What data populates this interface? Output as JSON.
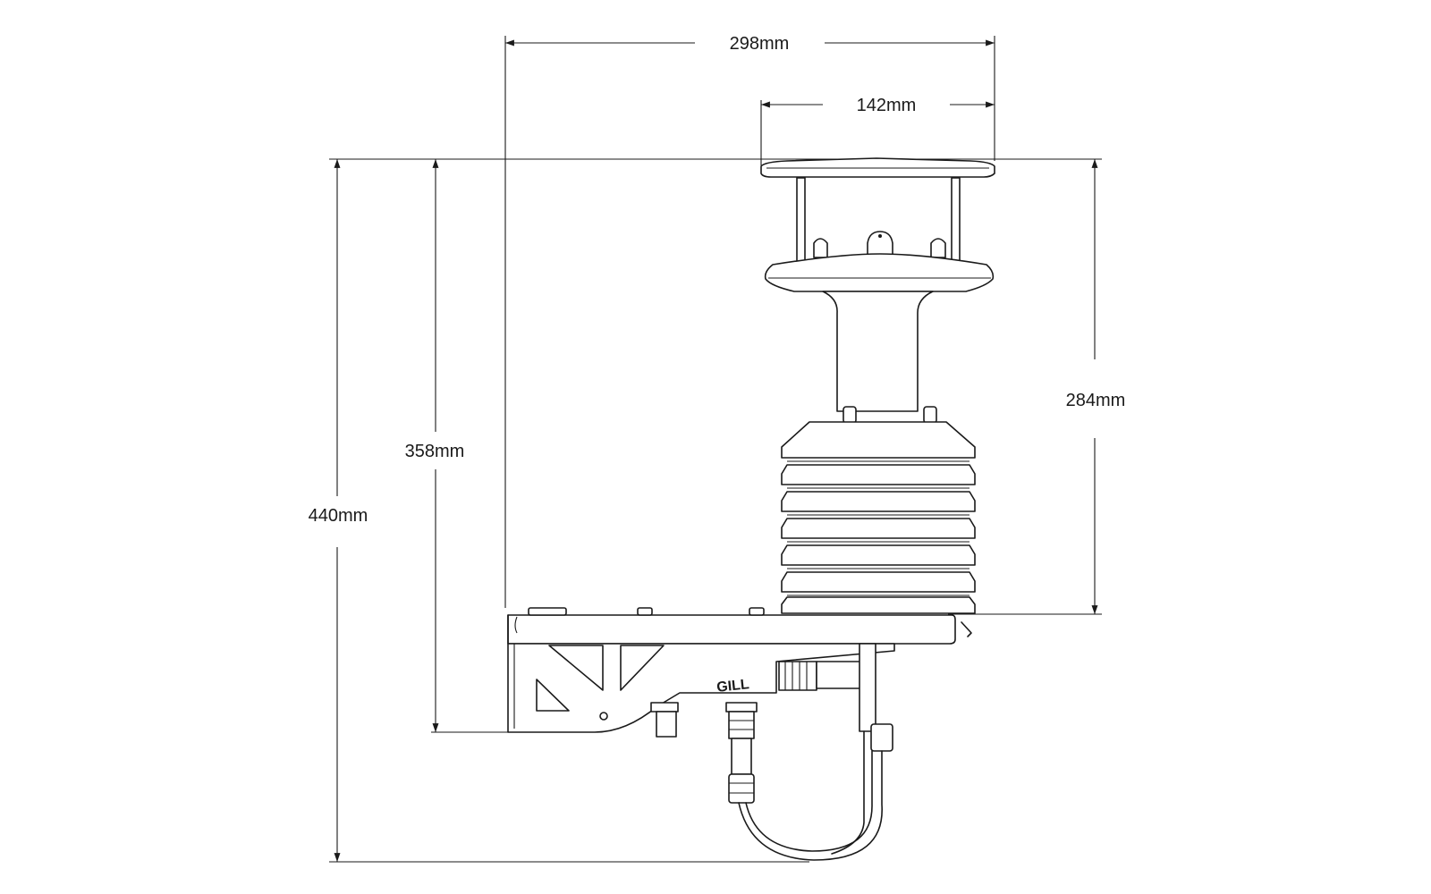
{
  "dimensions": {
    "overall_width": "298mm",
    "top_width": "142mm",
    "sensor_height": "284mm",
    "mid_height": "358mm",
    "overall_height": "440mm"
  },
  "brand_label": "GILL",
  "colors": {
    "line": "#1a1a1a",
    "background": "#ffffff"
  }
}
